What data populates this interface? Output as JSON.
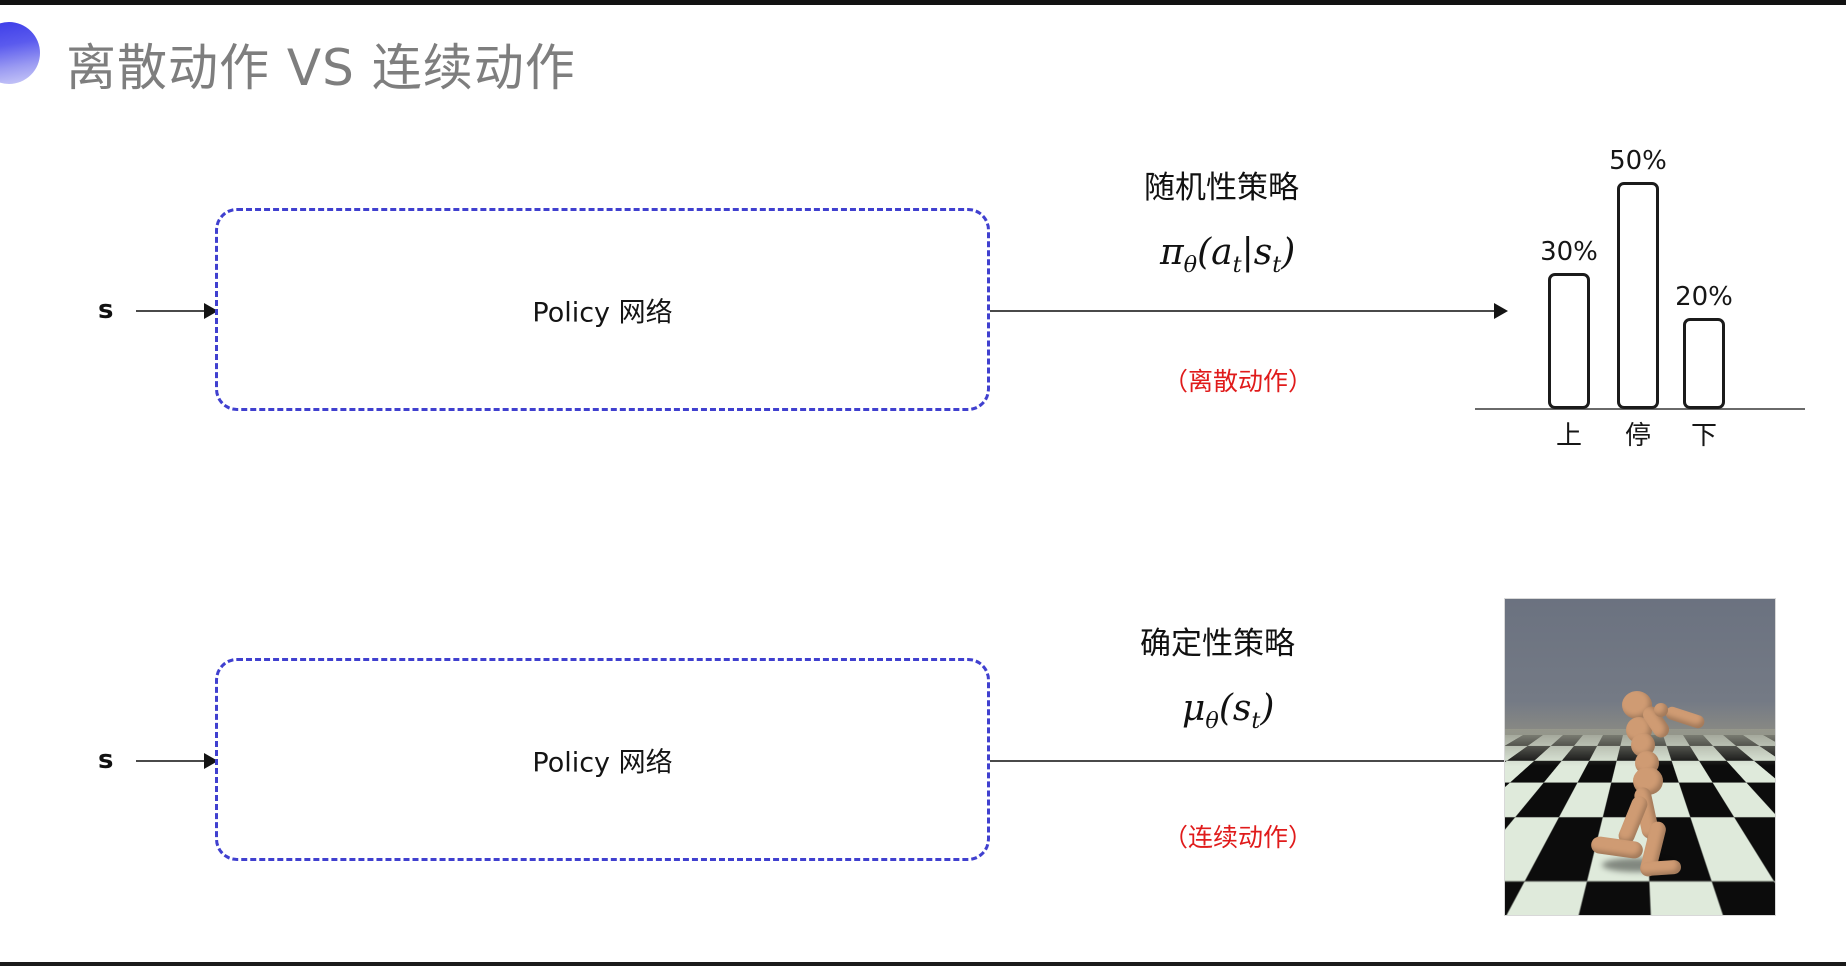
{
  "slide": {
    "title": "离散动作 VS 连续动作",
    "title_color": "#7e7e7e",
    "accent_color": "#4040cf",
    "note_color": "#e01b1b",
    "background": "#ffffff"
  },
  "rows": {
    "top": {
      "input_label": "s",
      "box_label": "Policy 网络",
      "policy_kind": "随机性策略",
      "formula": "πθ(at|st)",
      "formula_parts": {
        "fn": "π",
        "sub_fn": "θ",
        "open": "(",
        "arg1": "a",
        "sub_arg1": "t",
        "bar": "|",
        "arg2": "s",
        "sub_arg2": "t",
        "close": ")"
      },
      "note": "（离散动作）"
    },
    "bottom": {
      "input_label": "s",
      "box_label": "Policy 网络",
      "policy_kind": "确定性策略",
      "formula": "μθ(st)",
      "formula_parts": {
        "fn": "μ",
        "sub_fn": "θ",
        "open": "(",
        "arg1": "s",
        "sub_arg1": "t",
        "close": ")"
      },
      "note": "（连续动作）"
    }
  },
  "chart_data": {
    "type": "bar",
    "title": "",
    "xlabel": "",
    "ylabel": "",
    "categories": [
      "上",
      "停",
      "下"
    ],
    "values": [
      30,
      50,
      20
    ],
    "value_labels": [
      "30%",
      "50%",
      "20%"
    ],
    "ylim": [
      0,
      55
    ],
    "grid": false,
    "legend": "none",
    "bar_style": {
      "fill": "#ffffff",
      "stroke": "#1b1b1b",
      "rounded": true
    },
    "axis_color": "#6a6a6a"
  },
  "simulation": {
    "name": "humanoid-mujoco-render",
    "sky_color": "#6b7280",
    "floor_colors": [
      "#0c0c0c",
      "#dfeadb"
    ],
    "body_color": "#cf9b73"
  }
}
